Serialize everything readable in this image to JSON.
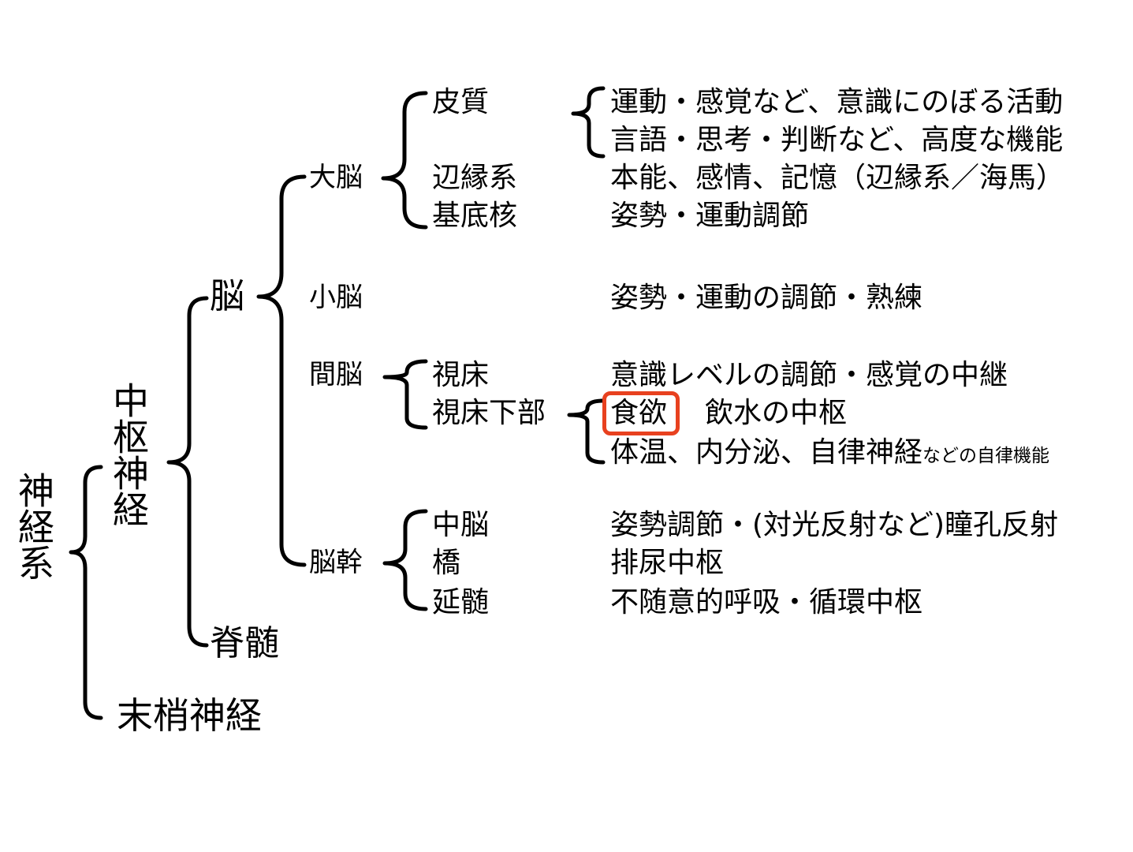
{
  "highlight_color": "#e8411f",
  "root": "神経系",
  "cns": "中枢神経",
  "pns": "末梢神経",
  "brain": "脳",
  "spinal_cord": "脊髄",
  "regions": {
    "cerebrum": "大脳",
    "cerebellum": "小脳",
    "diencephalon": "間脳",
    "brainstem": "脳幹"
  },
  "subregions": {
    "cortex": "皮質",
    "limbic": "辺縁系",
    "basal_ganglia": "基底核",
    "thalamus": "視床",
    "hypothalamus": "視床下部",
    "midbrain": "中脳",
    "pons": "橋",
    "medulla": "延髄"
  },
  "functions": {
    "cortex_1": "運動・感覚など、意識にのぼる活動",
    "cortex_2": "言語・思考・判断など、高度な機能",
    "limbic": "本能、感情、記憶（辺縁系／海馬）",
    "basal_ganglia": "姿勢・運動調節",
    "cerebellum": "姿勢・運動の調節・熟練",
    "thalamus": "意識レベルの調節・感覚の中継",
    "hypothalamus_1_highlight": "食欲",
    "hypothalamus_1_rest": "飲水の中枢",
    "hypothalamus_2_main": "体温、内分泌、自律神経",
    "hypothalamus_2_small": "などの自律機能",
    "midbrain": "姿勢調節・(対光反射など)瞳孔反射",
    "pons": "排尿中枢",
    "medulla": "不随意的呼吸・循環中枢"
  }
}
